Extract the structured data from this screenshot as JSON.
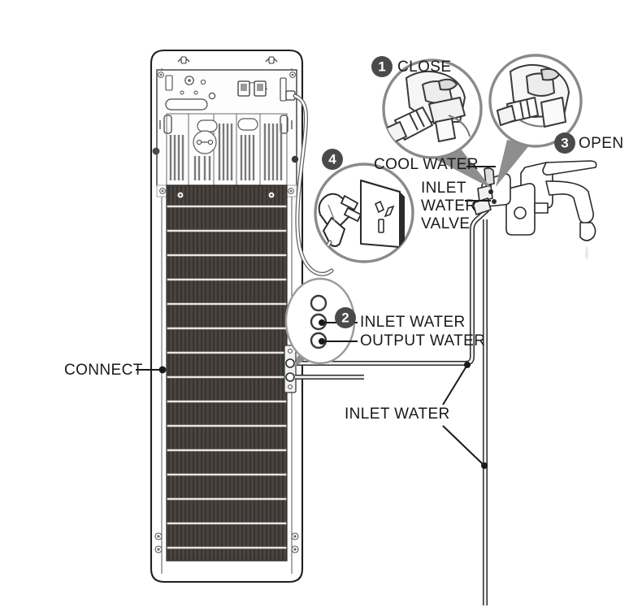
{
  "diagram": {
    "title": "Water heater installation diagram",
    "background_color": "#ffffff",
    "line_color": "#1f1f1f",
    "badge_color": "#4a4a4a",
    "fin_color": "#4a4440",
    "accent_gray": "#9a9a9a"
  },
  "steps": [
    {
      "number": "1",
      "label": "CLOSE"
    },
    {
      "number": "2",
      "label": ""
    },
    {
      "number": "3",
      "label": "OPEN"
    },
    {
      "number": "4",
      "label": ""
    }
  ],
  "labels": {
    "connect": "CONNECT",
    "cool_water": "COOL WATER",
    "inlet_water_valve_line1": "INLET",
    "inlet_water_valve_line2": "WATER",
    "inlet_water_valve_line3": "VALVE",
    "inlet_water_port": "INLET WATER",
    "output_water_port": "OUTPUT WATER",
    "inlet_water_pipe": "INLET WATER"
  },
  "callouts": {
    "close_detail": "valve-closed-detail",
    "open_detail": "valve-open-detail",
    "plug_detail": "power-plug-socket-detail",
    "ports_detail": "water-ports-detail"
  }
}
